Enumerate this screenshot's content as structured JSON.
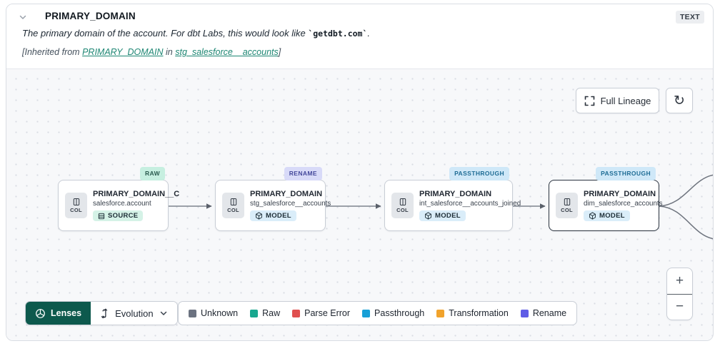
{
  "header": {
    "title": "PRIMARY_DOMAIN",
    "type_badge": "TEXT",
    "description_prefix": "The primary domain of the account. For dbt Labs, this would look like ",
    "description_code": "`getdbt.com`",
    "description_suffix": ".",
    "inherited_prefix": "[Inherited from ",
    "inherited_link_column": "PRIMARY_DOMAIN",
    "inherited_middle": " in ",
    "inherited_link_model": "stg_salesforce__accounts",
    "inherited_suffix": "]"
  },
  "toolbar": {
    "full_lineage_label": "Full Lineage"
  },
  "nodes": [
    {
      "badge": "RAW",
      "title": "PRIMARY_DOMAIN__C",
      "subtitle": "salesforce.account",
      "tag": "SOURCE",
      "col_label": "COL"
    },
    {
      "badge": "RENAME",
      "title": "PRIMARY_DOMAIN",
      "subtitle": "stg_salesforce__accounts",
      "tag": "MODEL",
      "col_label": "COL"
    },
    {
      "badge": "PASSTHROUGH",
      "title": "PRIMARY_DOMAIN",
      "subtitle": "int_salesforce__accounts_joined",
      "tag": "MODEL",
      "col_label": "COL"
    },
    {
      "badge": "PASSTHROUGH",
      "title": "PRIMARY_DOMAIN",
      "subtitle": "dim_salesforce_accounts",
      "tag": "MODEL",
      "col_label": "COL"
    }
  ],
  "lenses": {
    "button_label": "Lenses",
    "dropdown_label": "Evolution"
  },
  "legend": [
    {
      "label": "Unknown",
      "color": "#6b7280"
    },
    {
      "label": "Raw",
      "color": "#18a78f"
    },
    {
      "label": "Parse Error",
      "color": "#e04f4f"
    },
    {
      "label": "Passthrough",
      "color": "#18a0d7"
    },
    {
      "label": "Transformation",
      "color": "#f1a32c"
    },
    {
      "label": "Rename",
      "color": "#5f5ce6"
    }
  ],
  "zoom_controls": {
    "zoom_in": "+",
    "zoom_out": "−"
  }
}
